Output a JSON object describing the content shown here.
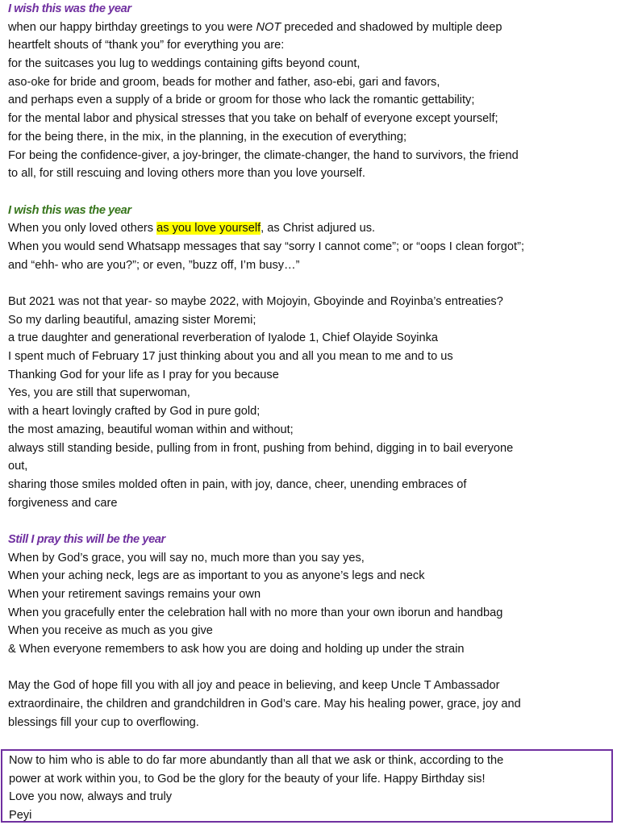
{
  "colors": {
    "heading_purple": "#7030a0",
    "heading_green": "#38761d",
    "highlight": "#ffff00",
    "box_border": "#7030a0"
  },
  "lines": [
    {
      "heading": "purple",
      "segs": [
        {
          "t": "I wish this was the year"
        }
      ]
    },
    {
      "segs": [
        {
          "t": "when our happy birthday greetings to you were "
        },
        {
          "t": "NOT",
          "i": true
        },
        {
          "t": " preceded and shadowed by multiple deep"
        }
      ]
    },
    {
      "segs": [
        {
          "t": "heartfelt shouts of “thank you” for everything you are:"
        }
      ]
    },
    {
      "segs": [
        {
          "t": "for the suitcases you lug to weddings containing gifts beyond count,"
        }
      ]
    },
    {
      "segs": [
        {
          "t": "aso-oke for bride and groom, beads for mother and father, aso-ebi, gari and favors,"
        }
      ]
    },
    {
      "segs": [
        {
          "t": "and perhaps even a supply of a bride or groom for those who lack the romantic gettability;"
        }
      ]
    },
    {
      "segs": [
        {
          "t": "for the mental labor and physical stresses that you take on behalf of everyone except yourself;"
        }
      ]
    },
    {
      "segs": [
        {
          "t": "for the being there, in the mix, in the planning, in the execution of everything;"
        }
      ]
    },
    {
      "segs": [
        {
          "t": "For being the confidence-giver, a joy-bringer, the climate-changer, the hand to survivors, the friend"
        }
      ]
    },
    {
      "segs": [
        {
          "t": "to all, for still rescuing and loving others more than you love yourself."
        }
      ]
    },
    {
      "segs": []
    },
    {
      "heading": "green",
      "segs": [
        {
          "t": "I wish this was the year"
        }
      ]
    },
    {
      "segs": [
        {
          "t": "When you only loved others "
        },
        {
          "t": "as you love yourself",
          "h": true
        },
        {
          "t": ", as Christ adjured us."
        }
      ]
    },
    {
      "segs": [
        {
          "t": "When you would send Whatsapp messages that say “sorry I cannot come”; or “oops I clean forgot”;"
        }
      ]
    },
    {
      "segs": [
        {
          "t": "and “ehh- who are you?”; or even, ”buzz off, I’m busy…”"
        }
      ]
    },
    {
      "segs": []
    },
    {
      "segs": [
        {
          "t": "But 2021 was not that year- so maybe 2022, with Mojoyin, Gboyinde and Royinba’s entreaties?"
        }
      ]
    },
    {
      "segs": [
        {
          "t": "So my darling beautiful, amazing sister Moremi;"
        }
      ]
    },
    {
      "segs": [
        {
          "t": "a true daughter and generational reverberation of Iyalode 1, Chief Olayide Soyinka"
        }
      ]
    },
    {
      "segs": [
        {
          "t": "I spent much of February 17 just thinking about you and all you mean to me and to us"
        }
      ]
    },
    {
      "segs": [
        {
          "t": "Thanking God for your life as I pray for you because"
        }
      ]
    },
    {
      "segs": [
        {
          "t": "Yes, you are still that superwoman,"
        }
      ]
    },
    {
      "segs": [
        {
          "t": "with a heart lovingly crafted by God in pure gold;"
        }
      ]
    },
    {
      "segs": [
        {
          "t": "the most amazing, beautiful woman within and without;"
        }
      ]
    },
    {
      "segs": [
        {
          "t": "always still standing beside, pulling from in front, pushing from behind, digging in to bail everyone"
        }
      ]
    },
    {
      "segs": [
        {
          "t": "out,"
        }
      ]
    },
    {
      "segs": [
        {
          "t": "sharing those smiles molded often in pain, with joy, dance, cheer, unending embraces of"
        }
      ]
    },
    {
      "segs": [
        {
          "t": "forgiveness and care"
        }
      ]
    },
    {
      "segs": []
    },
    {
      "heading": "purple",
      "segs": [
        {
          "t": "Still I pray this will be the year"
        }
      ]
    },
    {
      "segs": [
        {
          "t": "When by God’s grace, you will say no, much more than you say yes,"
        }
      ]
    },
    {
      "segs": [
        {
          "t": "When your aching neck, legs are as important to you as anyone’s legs and neck"
        }
      ]
    },
    {
      "segs": [
        {
          "t": "When your retirement savings remains your own"
        }
      ]
    },
    {
      "segs": [
        {
          "t": "When you gracefully enter the celebration hall with no more than your own iborun and handbag"
        }
      ]
    },
    {
      "segs": [
        {
          "t": "When you receive as much as you give"
        }
      ]
    },
    {
      "segs": [
        {
          "t": "& When everyone remembers to ask how you are doing and holding up under the strain"
        }
      ]
    },
    {
      "segs": []
    },
    {
      "segs": [
        {
          "t": "May the God of hope fill you with all joy and peace in believing, and keep Uncle T Ambassador"
        }
      ]
    },
    {
      "segs": [
        {
          "t": "extraordinaire, the children and grandchildren in God’s care. May his healing power, grace, joy and"
        }
      ]
    },
    {
      "segs": [
        {
          "t": "blessings fill your cup to overflowing."
        }
      ]
    }
  ],
  "closing_box": [
    "Now to him who is able to do far more abundantly than all that we ask or think, according to the",
    "power at work within you, to God be the glory for the beauty of your life. Happy Birthday sis!",
    "Love you now, always and truly",
    "Peyi"
  ]
}
